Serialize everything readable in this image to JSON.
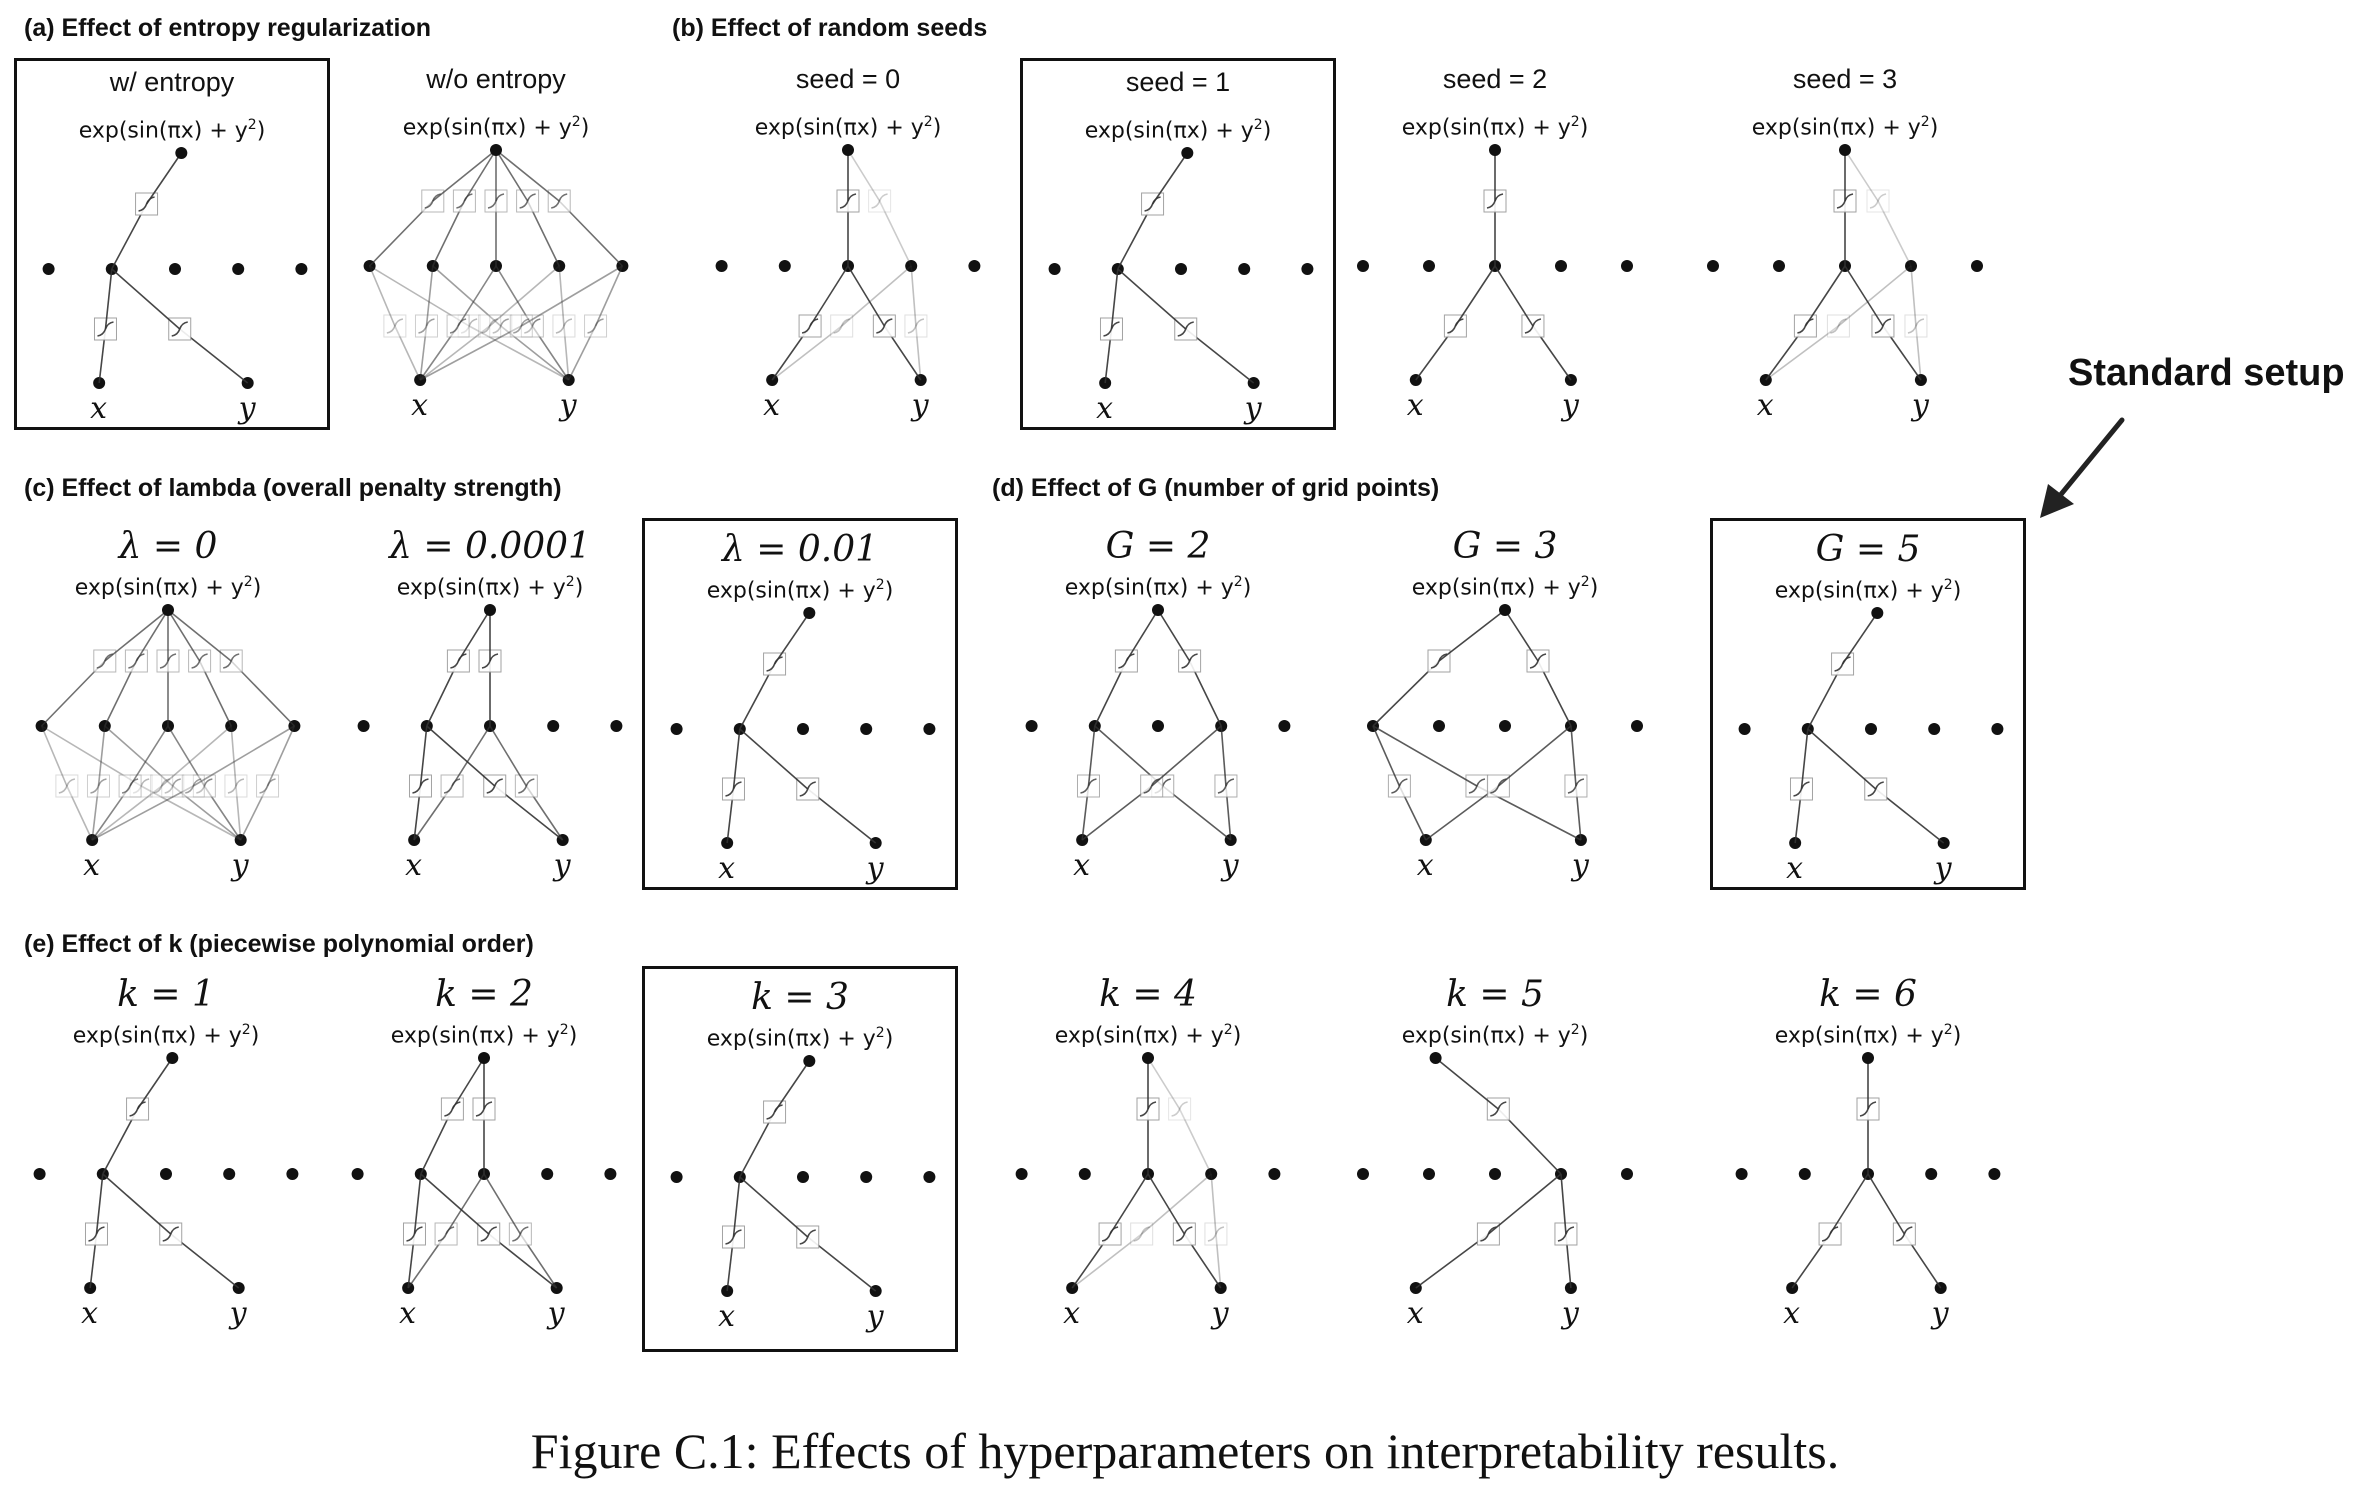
{
  "sections": [
    {
      "id": "a",
      "title": "(a) Effect of entropy regularization"
    },
    {
      "id": "b",
      "title": "(b) Effect of random seeds"
    },
    {
      "id": "c",
      "title": "(c) Effect of lambda (overall penalty strength)"
    },
    {
      "id": "d",
      "title": "(d) Effect of G (number of grid points)"
    },
    {
      "id": "e",
      "title": "(e) Effect of k (piecewise polynomial order)"
    }
  ],
  "formula": {
    "base": "exp(sin(πx) + y",
    "sup": "2",
    "close": ")"
  },
  "inputs": {
    "x": "x",
    "y": "y"
  },
  "panels": [
    {
      "section": "a",
      "label": "w/ entropy",
      "style": "sans",
      "framed": true,
      "variant": "sparse"
    },
    {
      "section": "a",
      "label": "w/o entropy",
      "style": "sans",
      "framed": false,
      "variant": "dense5"
    },
    {
      "section": "b",
      "label": "seed = 0",
      "style": "sans",
      "framed": false,
      "variant": "seed"
    },
    {
      "section": "b",
      "label": "seed = 1",
      "style": "sans",
      "framed": true,
      "variant": "sparse"
    },
    {
      "section": "b",
      "label": "seed = 2",
      "style": "sans",
      "framed": false,
      "variant": "center"
    },
    {
      "section": "b",
      "label": "seed = 3",
      "style": "sans",
      "framed": false,
      "variant": "seed"
    },
    {
      "section": "c",
      "label": "λ = 0",
      "style": "serif",
      "framed": false,
      "variant": "dense5"
    },
    {
      "section": "c",
      "label": "λ = 0.0001",
      "style": "serif",
      "framed": false,
      "variant": "two"
    },
    {
      "section": "c",
      "label": "λ = 0.01",
      "style": "serif",
      "framed": true,
      "variant": "sparse"
    },
    {
      "section": "d",
      "label": "G = 2",
      "style": "serif",
      "framed": false,
      "variant": "gtwo"
    },
    {
      "section": "d",
      "label": "G = 3",
      "style": "serif",
      "framed": false,
      "variant": "gthree"
    },
    {
      "section": "d",
      "label": "G = 5",
      "style": "serif",
      "framed": true,
      "variant": "sparse"
    },
    {
      "section": "e",
      "label": "k = 1",
      "style": "serif",
      "framed": false,
      "variant": "sparse"
    },
    {
      "section": "e",
      "label": "k = 2",
      "style": "serif",
      "framed": false,
      "variant": "two"
    },
    {
      "section": "e",
      "label": "k = 3",
      "style": "serif",
      "framed": true,
      "variant": "sparse"
    },
    {
      "section": "e",
      "label": "k = 4",
      "style": "serif",
      "framed": false,
      "variant": "seed"
    },
    {
      "section": "e",
      "label": "k = 5",
      "style": "serif",
      "framed": false,
      "variant": "right"
    },
    {
      "section": "e",
      "label": "k = 6",
      "style": "serif",
      "framed": false,
      "variant": "center"
    }
  ],
  "annotation": {
    "standard_setup": "Standard setup"
  },
  "caption": "Figure C.1: Effects of hyperparameters on interpretability results."
}
